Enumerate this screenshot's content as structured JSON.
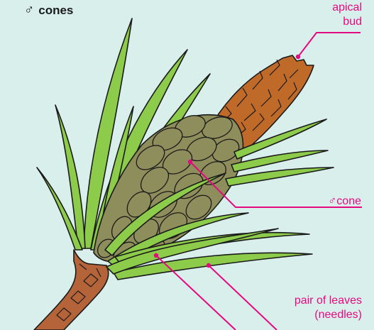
{
  "title": {
    "symbol": "♂",
    "text": "cones"
  },
  "labels": {
    "apical_bud_line1": "apical",
    "apical_bud_line2": "bud",
    "cone_symbol": "♂",
    "cone_text": "cone",
    "leaves_line1": "pair of leaves",
    "leaves_line2": "(needles)"
  },
  "colors": {
    "background": "#d9efec",
    "label": "#e5097f",
    "needle": "#8ccc4a",
    "cone_scale": "#8e8e5c",
    "bud": "#c06a2a",
    "stem": "#b5643a"
  }
}
